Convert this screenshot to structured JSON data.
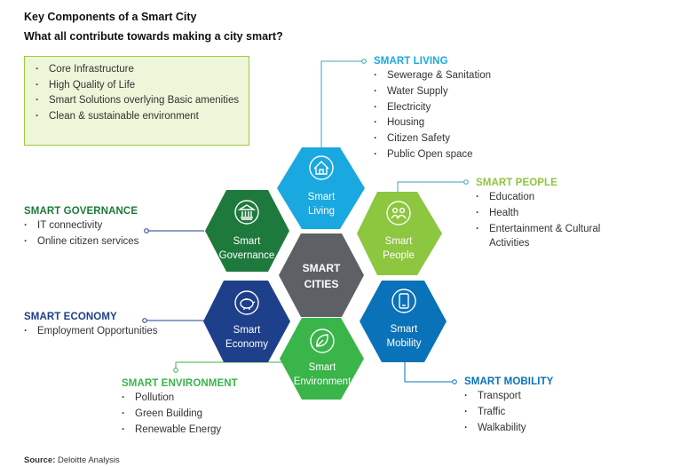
{
  "title": "Key Components of a Smart City",
  "subtitle": "What all contribute towards making a city smart?",
  "key_items": [
    "Core Infrastructure",
    "High Quality of Life",
    "Smart Solutions overlying Basic amenities",
    "Clean & sustainable environment"
  ],
  "sections": {
    "living": {
      "heading": "SMART LIVING",
      "items": [
        "Sewerage & Sanitation",
        "Water Supply",
        "Electricity",
        "Housing",
        "Citizen Safety",
        "Public Open space"
      ]
    },
    "people": {
      "heading": "SMART PEOPLE",
      "items": [
        "Education",
        "Health",
        "Entertainment & Cultural Activities"
      ]
    },
    "governance": {
      "heading": "SMART GOVERNANCE",
      "items": [
        "IT connectivity",
        "Online citizen services"
      ]
    },
    "economy": {
      "heading": "SMART ECONOMY",
      "items": [
        "Employment Opportunities"
      ]
    },
    "environment": {
      "heading": "SMART ENVIRONMENT",
      "items": [
        "Pollution",
        "Green Building",
        "Renewable Energy"
      ]
    },
    "mobility": {
      "heading": "SMART MOBILITY",
      "items": [
        "Transport",
        "Traffic",
        "Walkability"
      ]
    }
  },
  "hexagons": {
    "living": {
      "line1": "Smart",
      "line2": "Living"
    },
    "people": {
      "line1": "Smart",
      "line2": "People"
    },
    "governance": {
      "line1": "Smart",
      "line2": "Governance"
    },
    "economy": {
      "line1": "Smart",
      "line2": "Economy"
    },
    "environment": {
      "line1": "Smart",
      "line2": "Environment"
    },
    "mobility": {
      "line1": "Smart",
      "line2": "Mobility"
    },
    "center": {
      "line1": "SMART",
      "line2": "CITIES"
    }
  },
  "colors": {
    "living": "#1aa8e0",
    "people": "#8dc63f",
    "governance": "#1e7a3c",
    "economy": "#1e3f8a",
    "environment": "#39b54a",
    "mobility": "#0a72b8",
    "center": "#5d6166",
    "connector": "#3aa6b9"
  },
  "source": {
    "label": "Source:",
    "text": "Deloitte Analysis"
  }
}
